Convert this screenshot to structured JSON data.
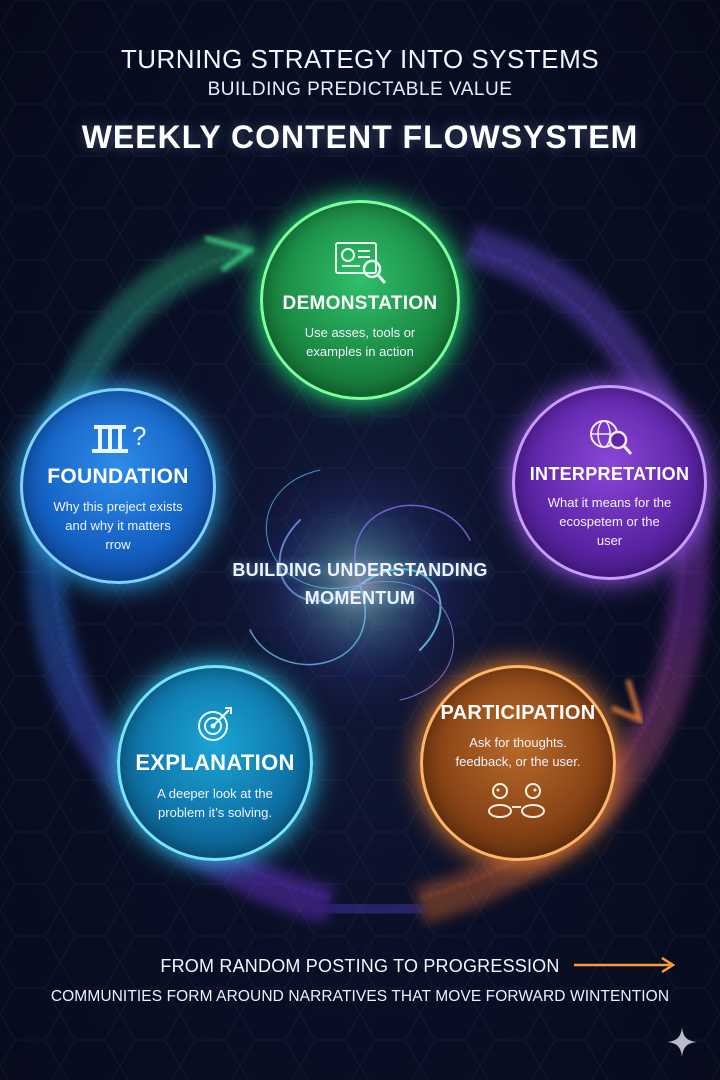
{
  "header": {
    "line1": "TURNING STRATEGY INTO SYSTEMS",
    "line2": "BUILDING PREDICTABLE VALUE",
    "title": "WEEKLY CONTENT FLOWSYSTEM"
  },
  "nodes": {
    "demonstration": {
      "title": "DEMONSTATION",
      "desc1": "Use asses, tools  or",
      "desc2": "examples in action",
      "icon": "document-magnifier-icon",
      "color": "#22ff7a"
    },
    "foundation": {
      "title": "FOUNDATION",
      "desc1": "Why this preject exists",
      "desc2": "and why it matters",
      "desc3": "rrow",
      "icon": "pillar-question-icon",
      "color": "#31b6ff"
    },
    "interpretation": {
      "title": "INTERPRETATION",
      "desc1": "What it means for the",
      "desc2": "ecospetem or the",
      "desc3": "user",
      "icon": "globe-magnifier-icon",
      "color": "#a15bff"
    },
    "explanation": {
      "title": "EXPLANATION",
      "desc1": "A deeper look at the",
      "desc2": "problem it’s solving.",
      "icon": "target-icon",
      "color": "#2fd3ff"
    },
    "participation": {
      "title": "PARTICIPATION",
      "desc1": "Ask for thoughts.",
      "desc2": "feedback, or the user.",
      "icon": "people-chat-icon",
      "color": "#ff8b2a"
    }
  },
  "center": {
    "line1": "BUILDING UNDERSTANDING",
    "line2": "MOMENTUM"
  },
  "footer": {
    "line1": "FROM RANDOM POSTING TO PROGRESSION",
    "line2": "COMMUNITIES FORM AROUND NARRATIVES THAT MOVE FORWARD WINTENTION"
  }
}
